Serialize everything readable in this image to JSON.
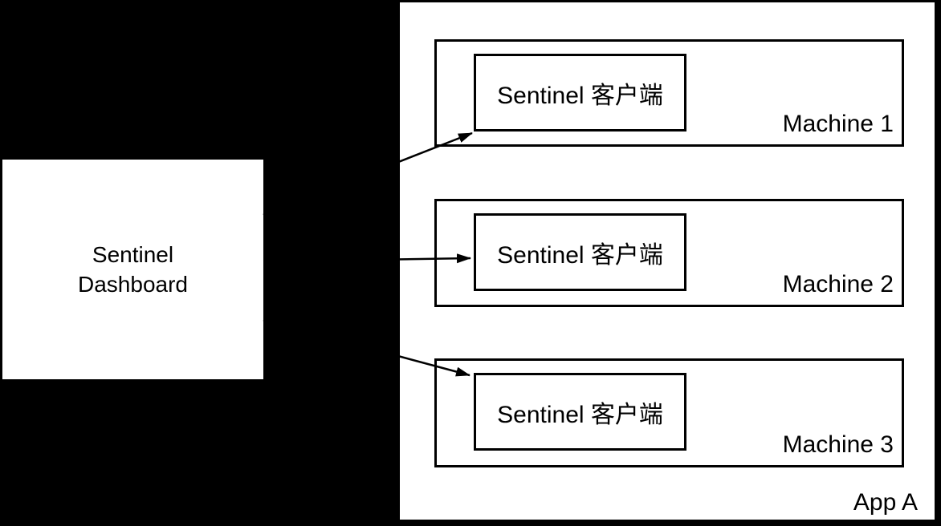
{
  "colors": {
    "canvas_background": "#000000",
    "box_fill": "#ffffff",
    "stroke": "#000000"
  },
  "dashboard": {
    "label": "Sentinel\nDashboard"
  },
  "app": {
    "label": "App A",
    "machines": [
      {
        "label": "Machine 1",
        "client_label": "Sentinel 客户端"
      },
      {
        "label": "Machine 2",
        "client_label": "Sentinel 客户端"
      },
      {
        "label": "Machine 3",
        "client_label": "Sentinel 客户端"
      }
    ]
  }
}
